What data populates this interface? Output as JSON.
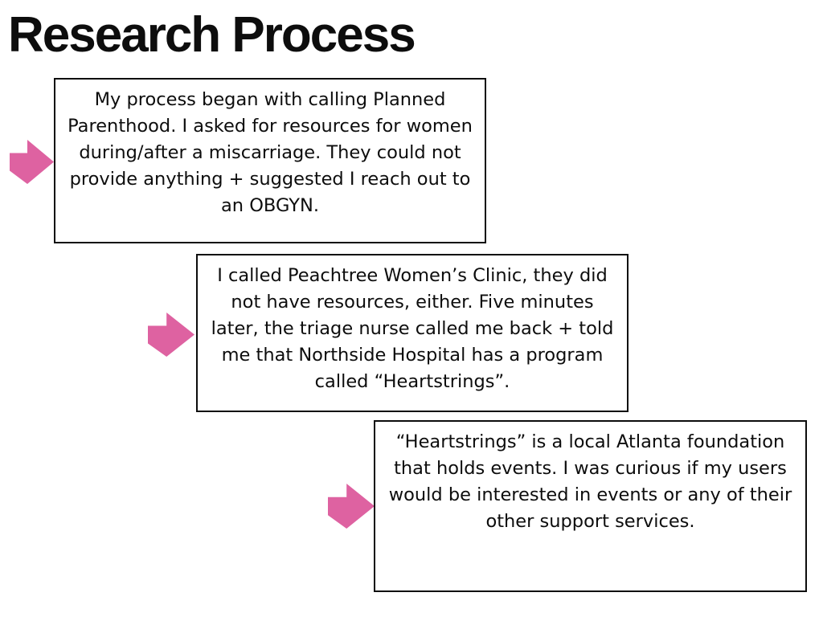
{
  "slide": {
    "title": "Research Process",
    "colors": {
      "background": "#ffffff",
      "arrow_pink": "#de62a1",
      "box_border": "#0c0c0c",
      "text": "#0d0d0d"
    },
    "icons": [
      {
        "name": "right-arrow-icon",
        "glyph": "→",
        "color": "#de62a1"
      }
    ],
    "steps": [
      {
        "text": "My process began with calling Planned Parenthood. I asked for resources for women during/after a miscarriage. They could not provide anything + suggested I reach out to an OBGYN."
      },
      {
        "text": "I called Peachtree Women’s Clinic, they did not have resources, either. Five minutes later, the triage nurse called me back + told me that Northside Hospital has a program called “Heartstrings”."
      },
      {
        "text": "“Heartstrings” is a local Atlanta foundation that holds events. I was curious if my users would be interested in events or any of their other support services."
      }
    ]
  }
}
